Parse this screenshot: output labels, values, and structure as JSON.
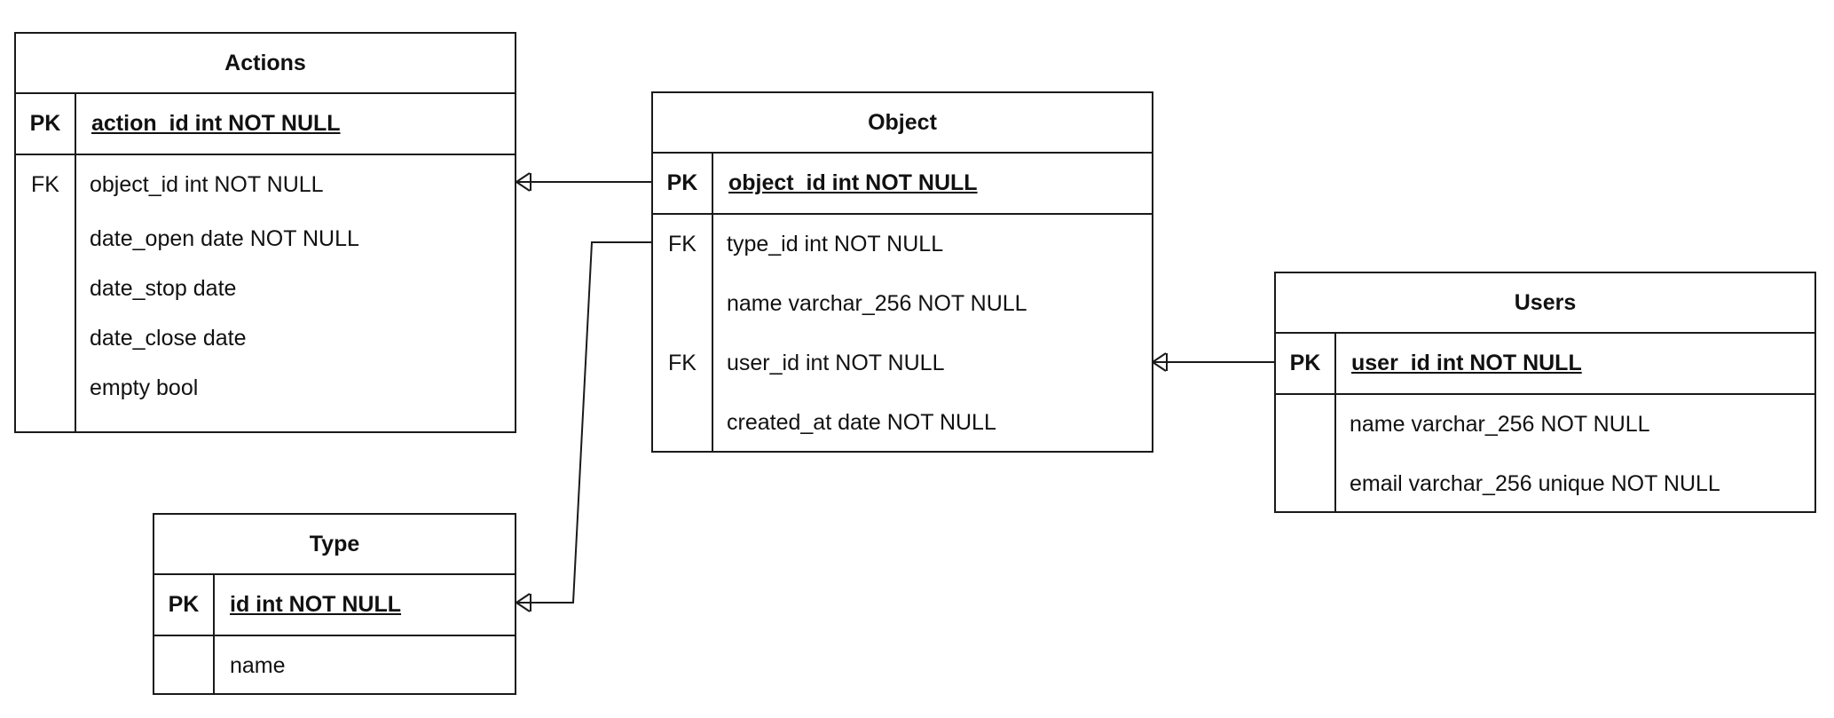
{
  "entities": {
    "actions": {
      "title": "Actions",
      "pk": {
        "key": "PK",
        "field": "action_id int NOT NULL"
      },
      "rows": [
        {
          "key": "FK",
          "field": "object_id int NOT NULL"
        },
        {
          "key": "",
          "field": "date_open date NOT NULL"
        },
        {
          "key": "",
          "field": "date_stop date"
        },
        {
          "key": "",
          "field": "date_close date"
        },
        {
          "key": "",
          "field": "empty bool"
        }
      ]
    },
    "object": {
      "title": "Object",
      "pk": {
        "key": "PK",
        "field": "object_id int NOT NULL"
      },
      "rows": [
        {
          "key": "FK",
          "field": "type_id int NOT NULL"
        },
        {
          "key": "",
          "field": "name varchar_256 NOT NULL"
        },
        {
          "key": "FK",
          "field": "user_id int NOT NULL"
        },
        {
          "key": "",
          "field": "created_at date NOT NULL"
        }
      ]
    },
    "users": {
      "title": "Users",
      "pk": {
        "key": "PK",
        "field": "user_id int NOT NULL"
      },
      "rows": [
        {
          "key": "",
          "field": "name varchar_256 NOT NULL"
        },
        {
          "key": "",
          "field": "email varchar_256 unique NOT NULL"
        }
      ]
    },
    "type": {
      "title": "Type",
      "pk": {
        "key": "PK",
        "field": "id int NOT NULL"
      },
      "rows": [
        {
          "key": "",
          "field": "name"
        }
      ]
    }
  },
  "relationships": [
    {
      "from": "Actions.object_id",
      "to": "Object.object_id",
      "cardinality": "one-or-many"
    },
    {
      "from": "Type.id",
      "to": "Object.type_id",
      "cardinality": "one-or-many"
    },
    {
      "from": "Object.user_id",
      "to": "Users.user_id",
      "cardinality": "one-or-many"
    }
  ]
}
